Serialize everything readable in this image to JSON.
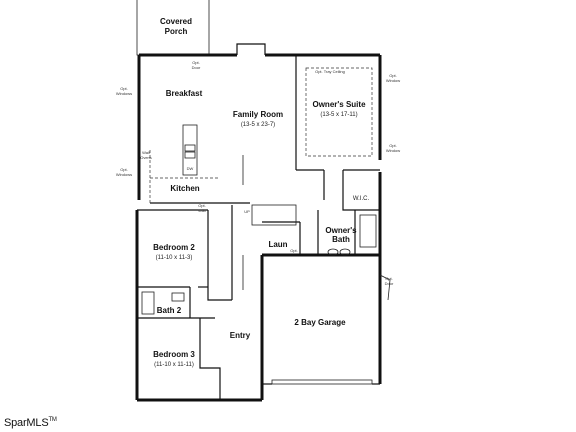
{
  "rooms": {
    "covered_porch": {
      "line1": "Covered",
      "line2": "Porch"
    },
    "breakfast": {
      "name": "Breakfast"
    },
    "family_room": {
      "name": "Family Room",
      "dims": "(13-5 x 23-7)"
    },
    "owners_suite": {
      "name": "Owner's Suite",
      "dims": "(13-5 x 17-11)"
    },
    "kitchen": {
      "name": "Kitchen"
    },
    "bedroom2": {
      "name": "Bedroom 2",
      "dims": "(11-10 x 11-3)"
    },
    "bath2": {
      "name": "Bath 2"
    },
    "bedroom3": {
      "name": "Bedroom 3",
      "dims": "(11-10 x 11-11)"
    },
    "entry": {
      "name": "Entry"
    },
    "laundry": {
      "name": "Laun"
    },
    "owners_bath": {
      "line1": "Owner's",
      "line2": "Bath"
    },
    "wic": {
      "name": "W.I.C."
    },
    "garage": {
      "name": "2 Bay Garage"
    }
  },
  "annotations": {
    "opt_door_porch": {
      "line1": "Opt.",
      "line2": "Door"
    },
    "opt_tray_ceiling": "Opt. Tray Ceiling",
    "opt_window_suite_top": {
      "line1": "Opt.",
      "line2": "Window"
    },
    "opt_window_suite_side": {
      "line1": "Opt.",
      "line2": "Window"
    },
    "opt_windows_breakfast": {
      "line1": "Opt.",
      "line2": "Windows"
    },
    "opt_windows_kitchen": {
      "line1": "Opt.",
      "line2": "Windows"
    },
    "wall_ovens": {
      "line1": "Wall",
      "line2": "Ovens"
    },
    "dw": "DW",
    "opt_wall": {
      "line1": "Opt.",
      "line2": "Wall"
    },
    "up": "UP",
    "opt_door_garage": {
      "line1": "Opt.",
      "line2": "Door"
    },
    "opt_laundry": "Opt."
  },
  "watermark": {
    "text": "SparMLS",
    "mark": "TM"
  }
}
